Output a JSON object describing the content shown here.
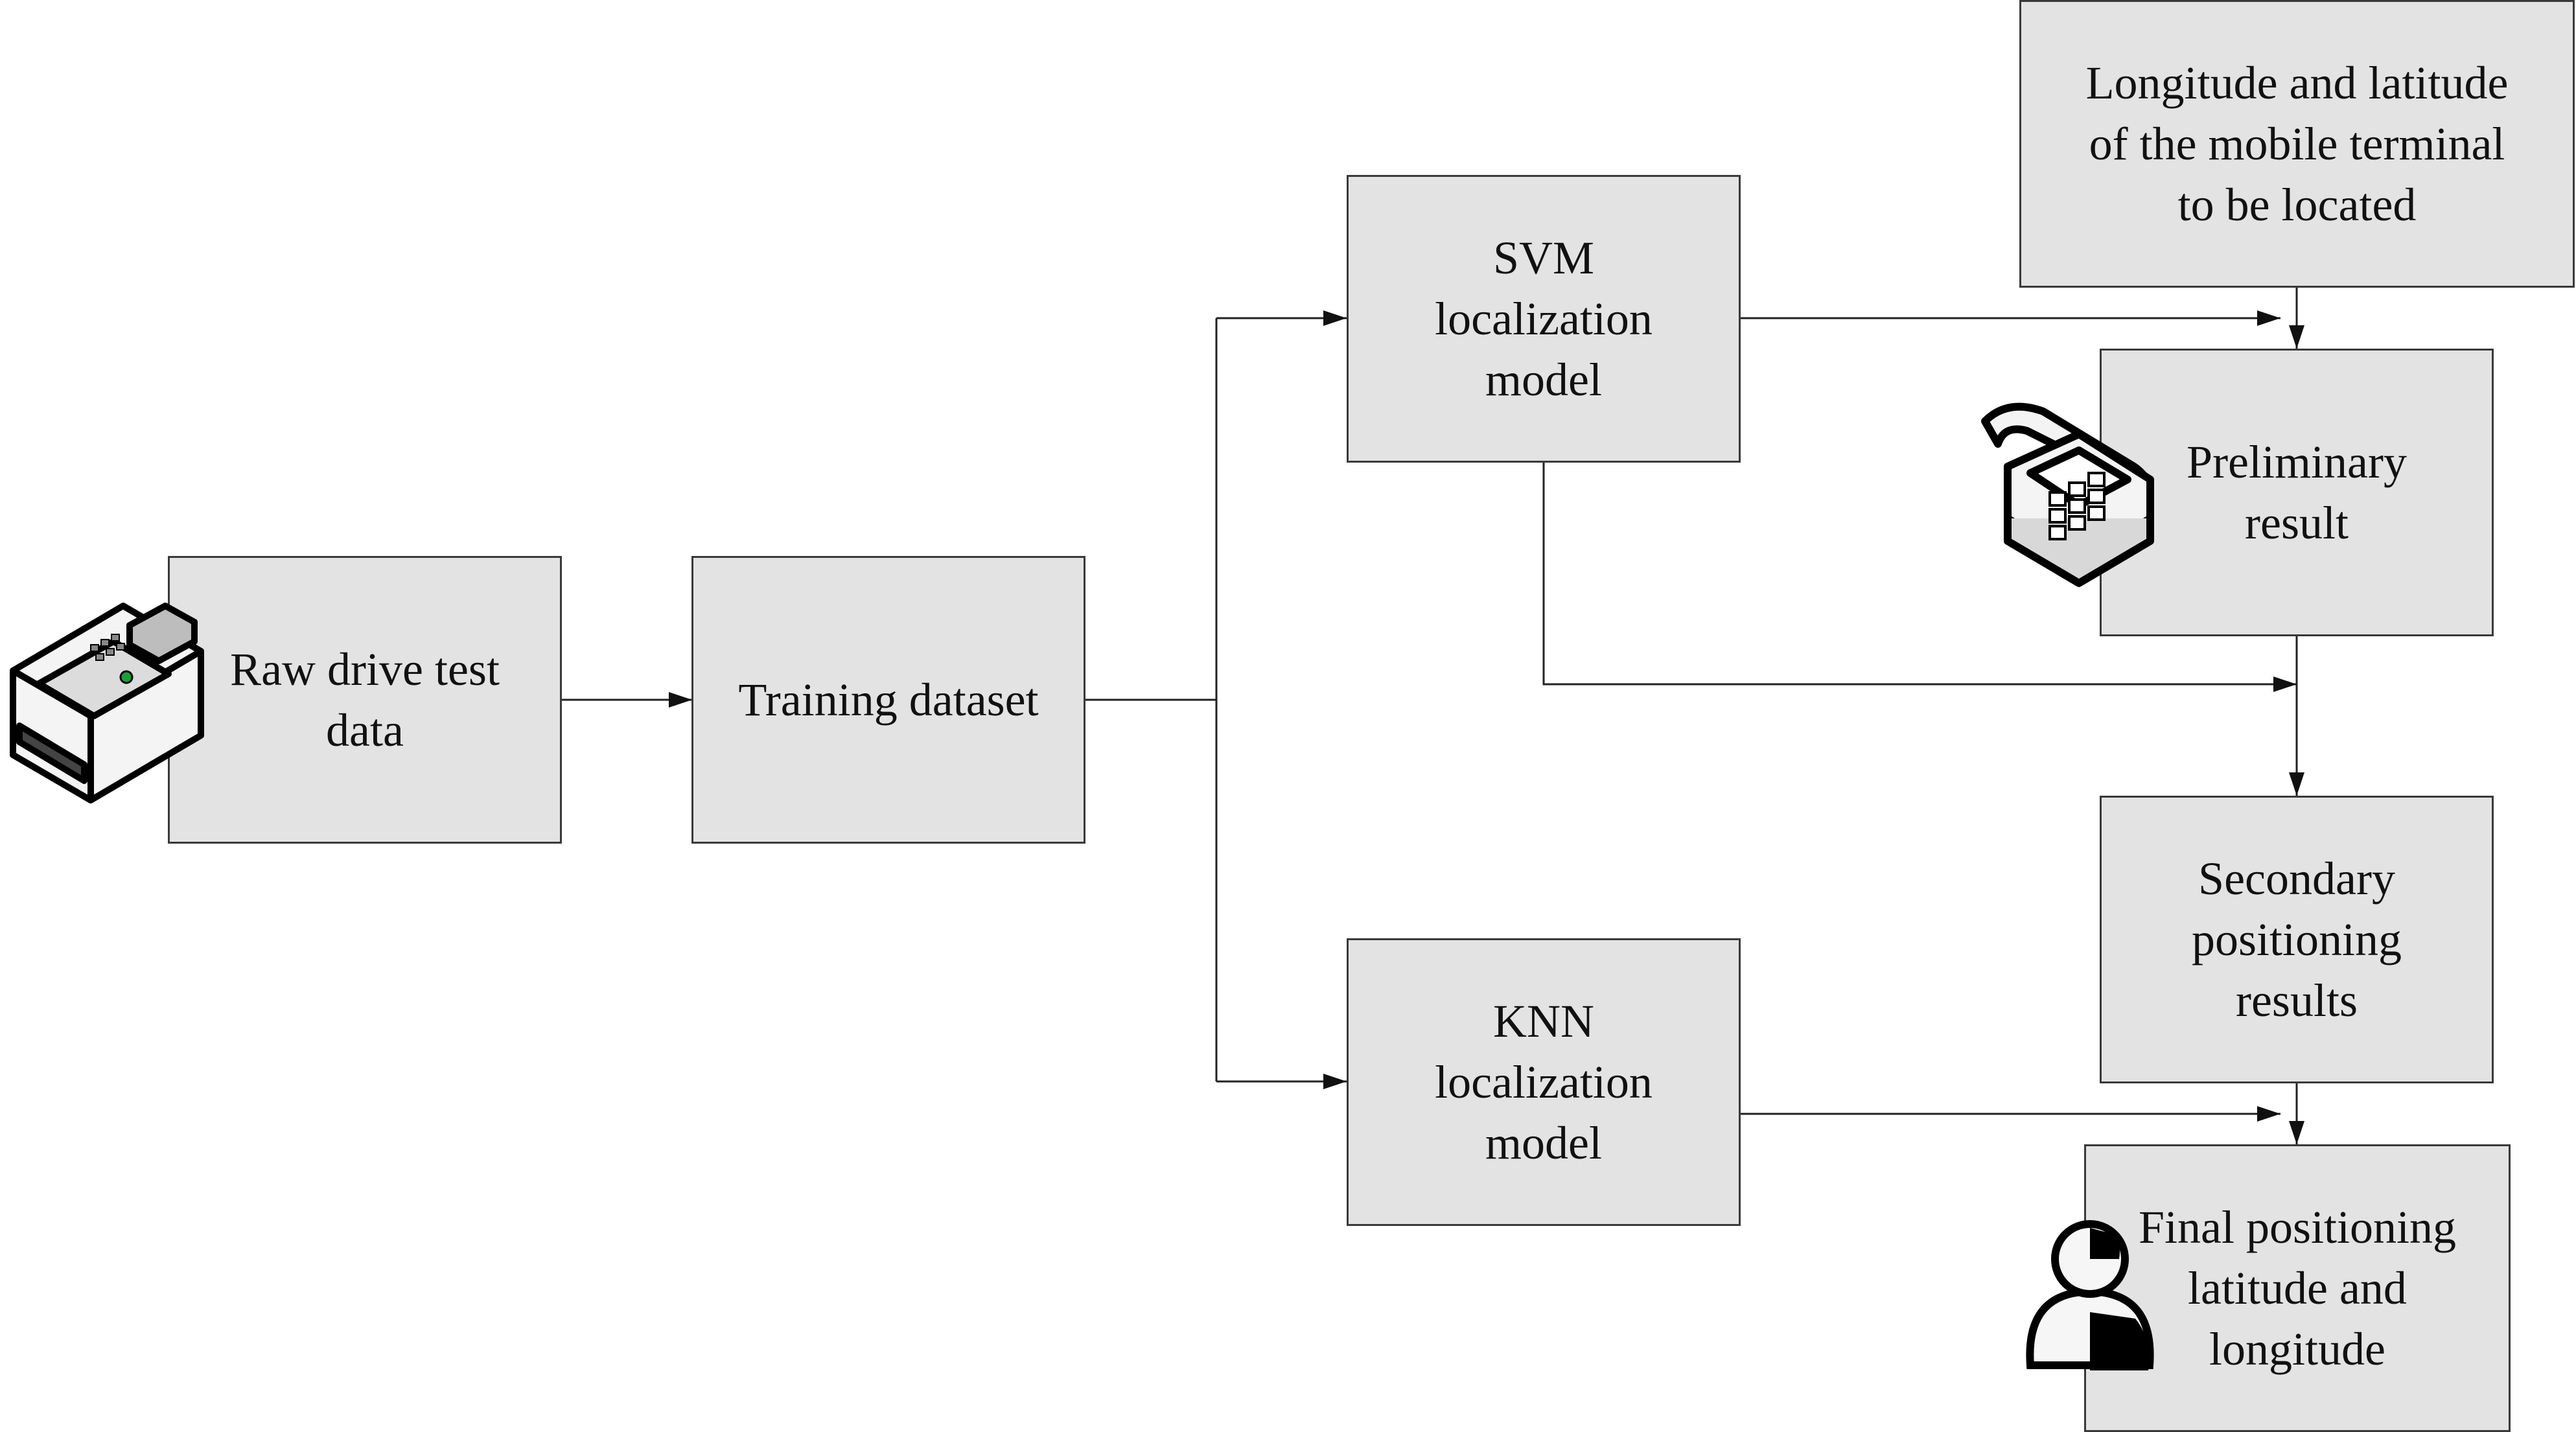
{
  "diagram": {
    "nodes": {
      "raw_data": "Raw drive test\ndata",
      "training": "Training dataset",
      "svm": "SVM\nlocalization\nmodel",
      "knn": "KNN\nlocalization\nmodel",
      "lonlat": "Longitude and latitude\nof the mobile terminal\nto be located",
      "preliminary": "Preliminary\nresult",
      "secondary": "Secondary\npositioning\nresults",
      "final": "Final positioning\nlatitude and\nlongitude"
    },
    "icons": [
      "fax-machine-icon",
      "telephone-icon",
      "user-icon"
    ],
    "colors": {
      "box_fill": "#e3e3e3",
      "box_border": "#3a3a3a",
      "line": "#222222"
    }
  }
}
